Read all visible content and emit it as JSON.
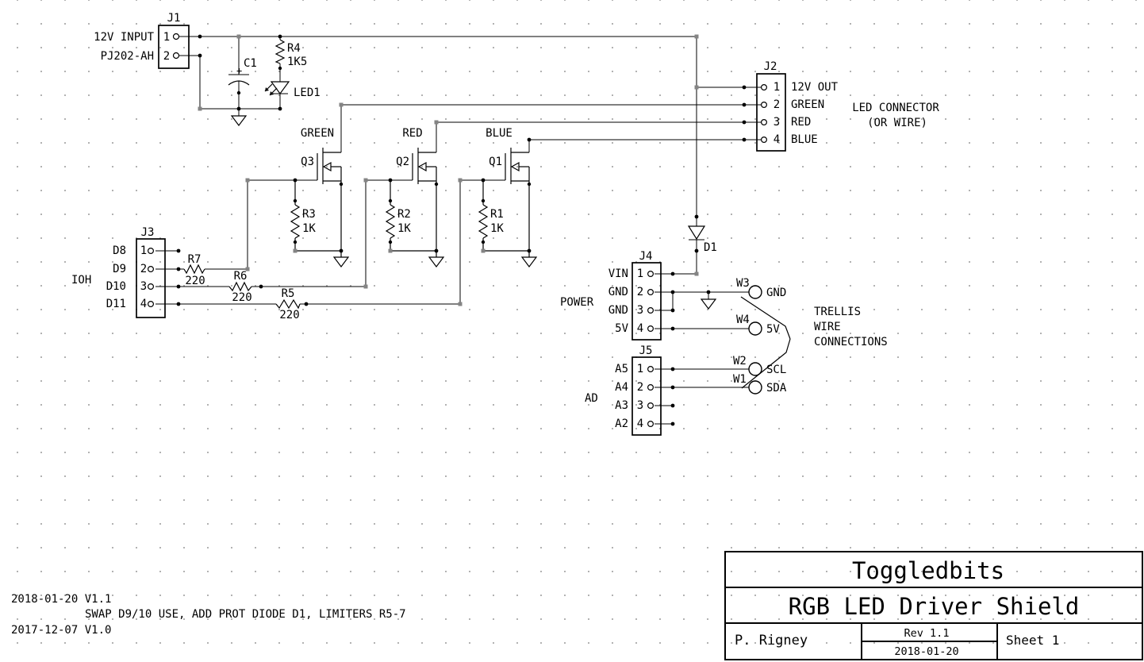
{
  "colors": {
    "line": "#000000",
    "note_blue": "#0000e0",
    "junction_gray": "#848484",
    "grid_dot": "#a8a8a8"
  },
  "connectors": {
    "j1": {
      "ref": "J1",
      "pins": [
        "1",
        "2"
      ],
      "left_labels": [
        "12V INPUT",
        "PJ202-AH"
      ]
    },
    "j2": {
      "ref": "J2",
      "pins": [
        "1",
        "2",
        "3",
        "4"
      ],
      "pin_labels": [
        "12V OUT",
        "GREEN",
        "RED",
        "BLUE"
      ],
      "note_line1": "LED CONNECTOR",
      "note_line2": "(OR WIRE)"
    },
    "j3": {
      "ref": "J3",
      "group_label": "IOH",
      "pins": [
        "1",
        "2",
        "3",
        "4"
      ],
      "pin_labels": [
        "D8",
        "D9",
        "D10",
        "D11"
      ]
    },
    "j4": {
      "ref": "J4",
      "group_label": "POWER",
      "pins": [
        "1",
        "2",
        "3",
        "4"
      ],
      "pin_labels": [
        "VIN",
        "GND",
        "GND",
        "5V"
      ]
    },
    "j5": {
      "ref": "J5",
      "group_label": "AD",
      "pins": [
        "1",
        "2",
        "3",
        "4"
      ],
      "pin_labels": [
        "A5",
        "A4",
        "A3",
        "A2"
      ]
    }
  },
  "components": {
    "c1": {
      "ref": "C1",
      "polarity": "+"
    },
    "r4": {
      "ref": "R4",
      "value": "1K5"
    },
    "led1": {
      "ref": "LED1"
    },
    "d1": {
      "ref": "D1"
    },
    "q3": {
      "ref": "Q3",
      "net": "GREEN"
    },
    "q2": {
      "ref": "Q2",
      "net": "RED"
    },
    "q1": {
      "ref": "Q1",
      "net": "BLUE"
    },
    "r3": {
      "ref": "R3",
      "value": "1K"
    },
    "r2": {
      "ref": "R2",
      "value": "1K"
    },
    "r1": {
      "ref": "R1",
      "value": "1K"
    },
    "r7": {
      "ref": "R7",
      "value": "220"
    },
    "r6": {
      "ref": "R6",
      "value": "220"
    },
    "r5": {
      "ref": "R5",
      "value": "220"
    }
  },
  "wire_pads": {
    "w3": {
      "ref": "W3",
      "label": "GND"
    },
    "w4": {
      "ref": "W4",
      "label": "5V"
    },
    "w2": {
      "ref": "W2",
      "label": "SCL"
    },
    "w1": {
      "ref": "W1",
      "label": "SDA"
    }
  },
  "annotations": {
    "trellis_line1": "TRELLIS",
    "trellis_line2": "WIRE",
    "trellis_line3": "CONNECTIONS"
  },
  "revision_notes": {
    "line1": "2018-01-20 V1.1",
    "line2": "SWAP D9/10 USE, ADD PROT DIODE D1, LIMITERS R5-7",
    "line3": "2017-12-07 V1.0"
  },
  "title_block": {
    "company": "Toggledbits",
    "title": "RGB LED Driver Shield",
    "author": "P. Rigney",
    "rev": "Rev 1.1",
    "date": "2018-01-20",
    "sheet": "Sheet 1"
  }
}
